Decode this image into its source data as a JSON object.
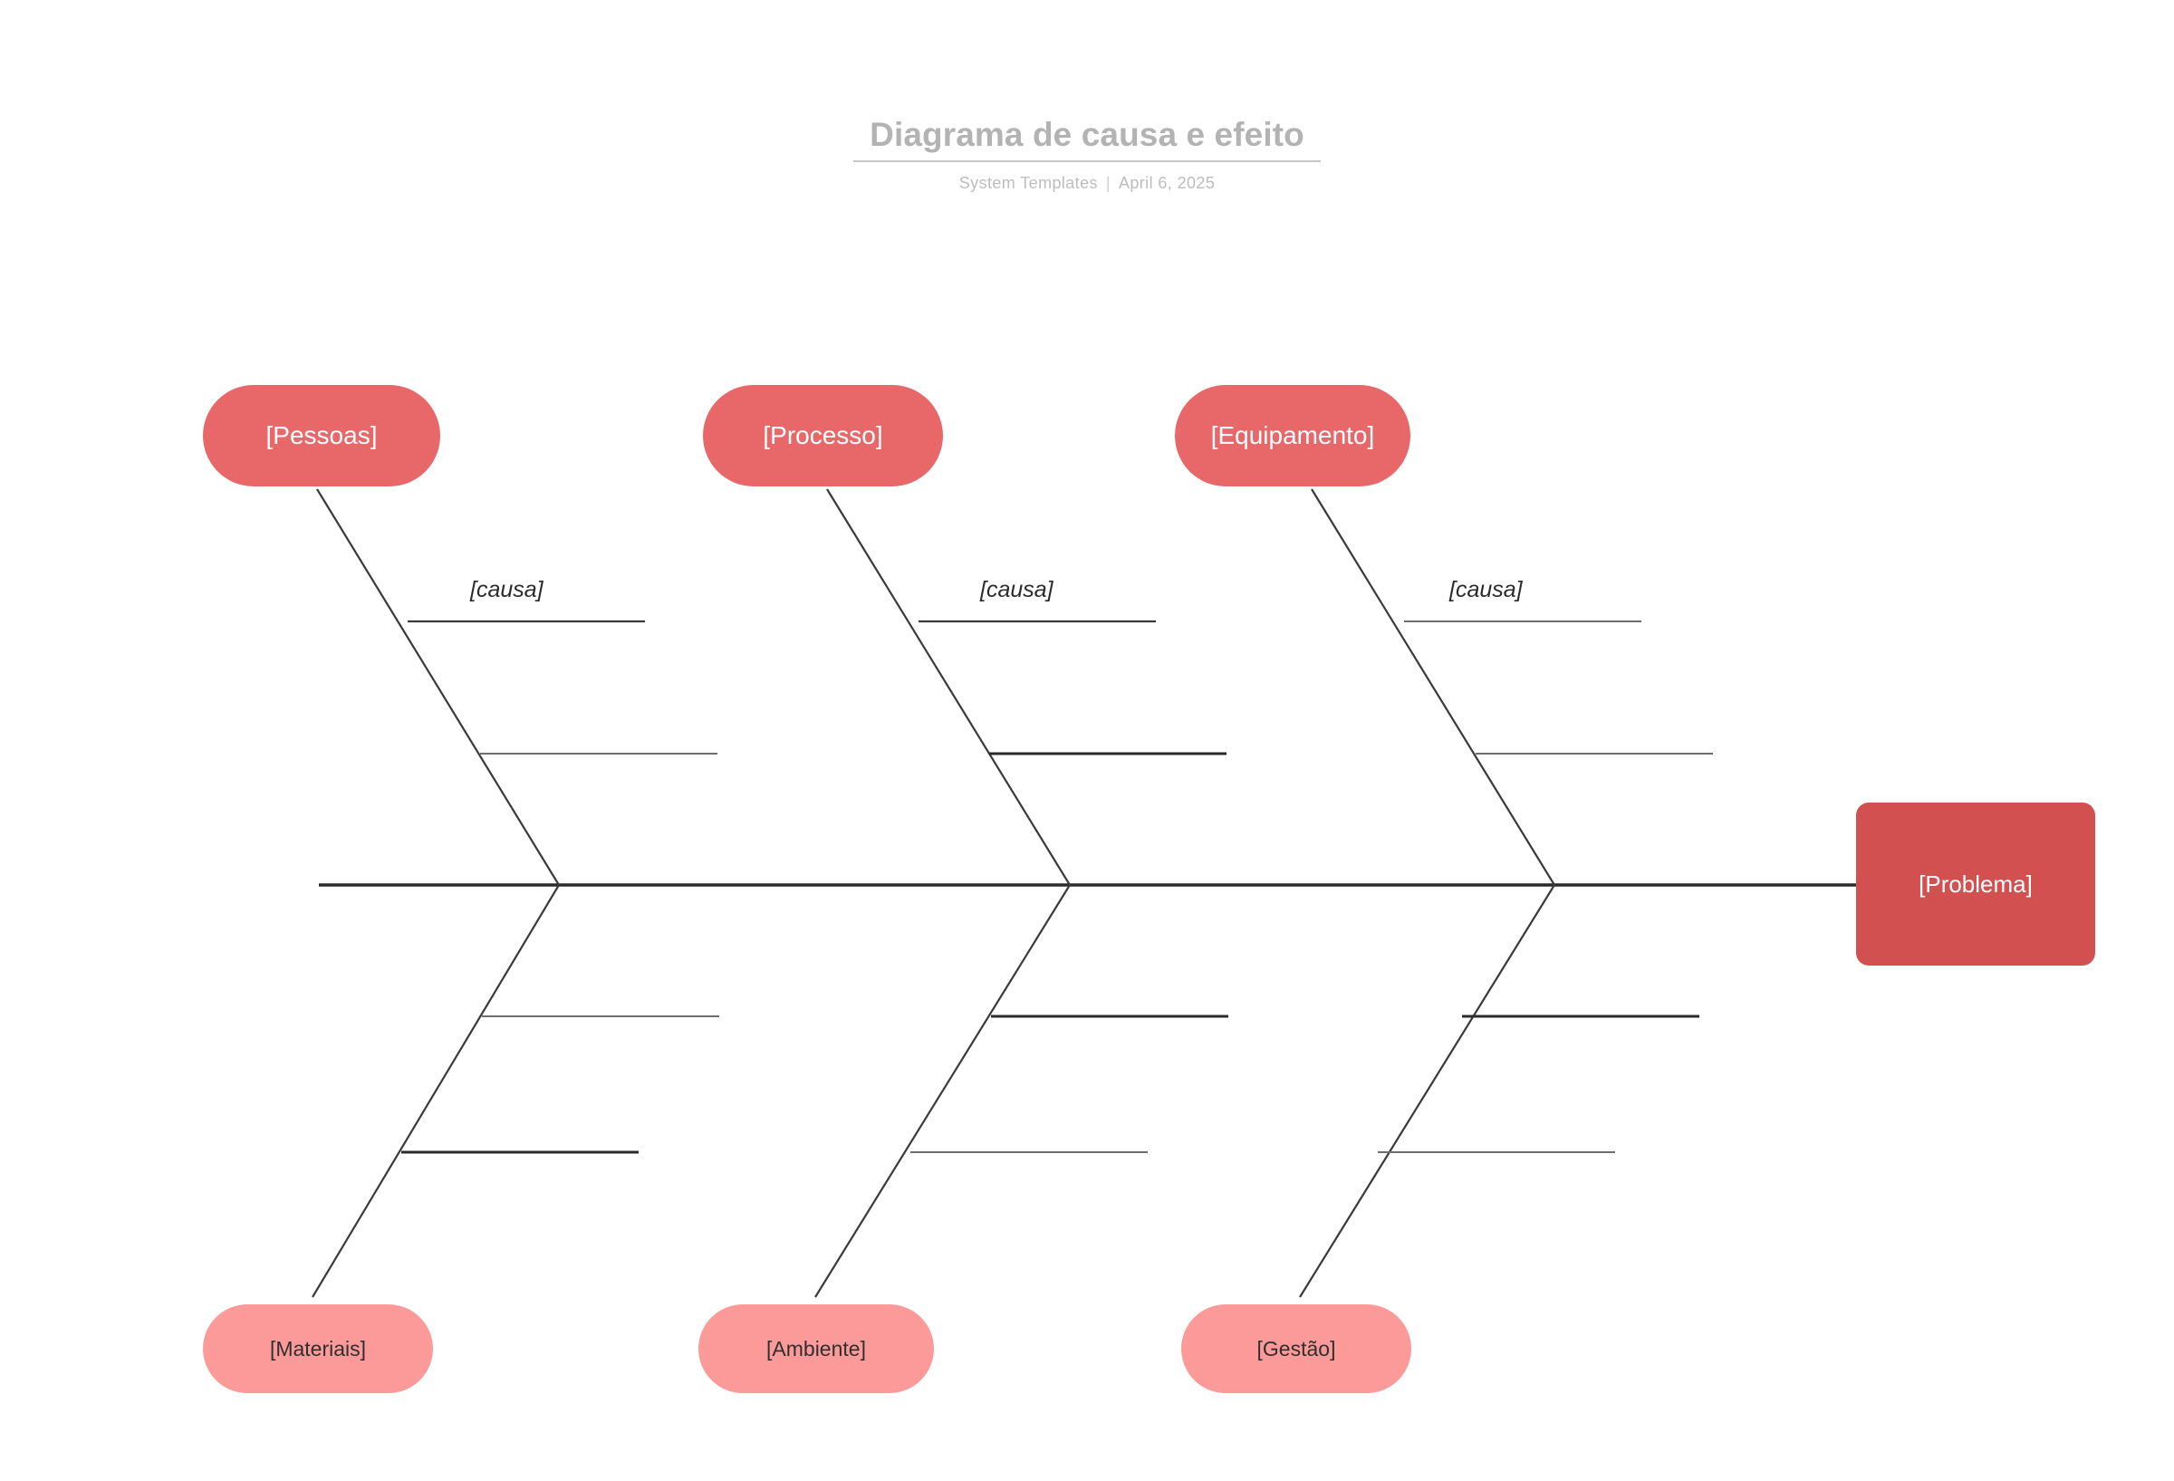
{
  "header": {
    "title": "Diagrama de causa e efeito",
    "author": "System Templates",
    "separator": "|",
    "date": "April 6, 2025"
  },
  "diagram": {
    "type": "fishbone",
    "effect": {
      "label": "[Problema]",
      "color": "#d2504f",
      "text_color": "#ffffff"
    },
    "categories_top": [
      {
        "label": "[Pessoas]",
        "color": "#e8686a",
        "text_color": "#ffffff"
      },
      {
        "label": "[Processo]",
        "color": "#e8686a",
        "text_color": "#ffffff"
      },
      {
        "label": "[Equipamento]",
        "color": "#e8686a",
        "text_color": "#ffffff"
      }
    ],
    "categories_bottom": [
      {
        "label": "[Materiais]",
        "color": "#fc9a9a",
        "text_color": "#2f2f2f"
      },
      {
        "label": "[Ambiente]",
        "color": "#fc9a9a",
        "text_color": "#2f2f2f"
      },
      {
        "label": "[Gestao]",
        "color": "#fc9a9a",
        "text_color": "#2f2f2f"
      }
    ],
    "cause_labels": [
      "[causa]",
      "[causa]",
      "[causa]"
    ],
    "spine_color": "#2b2b2b",
    "bone_color": "#3a3a3a",
    "sub_bone_count_per_rib": 4
  },
  "labels": {
    "pessoas": "[Pessoas]",
    "processo": "[Processo]",
    "equipamento": "[Equipamento]",
    "materiais": "[Materiais]",
    "ambiente": "[Ambiente]",
    "gestao": "[Gestão]",
    "problema": "[Problema]",
    "causa_1": "[causa]",
    "causa_2": "[causa]",
    "causa_3": "[causa]"
  }
}
